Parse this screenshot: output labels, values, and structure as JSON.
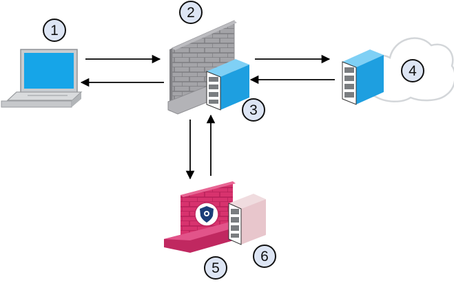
{
  "labels": {
    "n1": "1",
    "n2": "2",
    "n3": "3",
    "n4": "4",
    "n5": "5",
    "n6": "6"
  },
  "icons": {
    "client": "laptop-icon",
    "firewall": "brick-firewall-icon",
    "proxy_server": "server-icon",
    "cloud": "cloud-icon",
    "cloud_server": "server-icon",
    "waf": "pink-firewall-shield-icon",
    "waf_server": "server-icon"
  },
  "colors": {
    "badge_fill": "#dde5f4",
    "server_blue": "#1e9fe0",
    "firewall_gray": "#9e9ea2",
    "waf_pink": "#d8336e",
    "waf_server_pink": "#e8c6cc",
    "screen_blue": "#16a5e8"
  }
}
